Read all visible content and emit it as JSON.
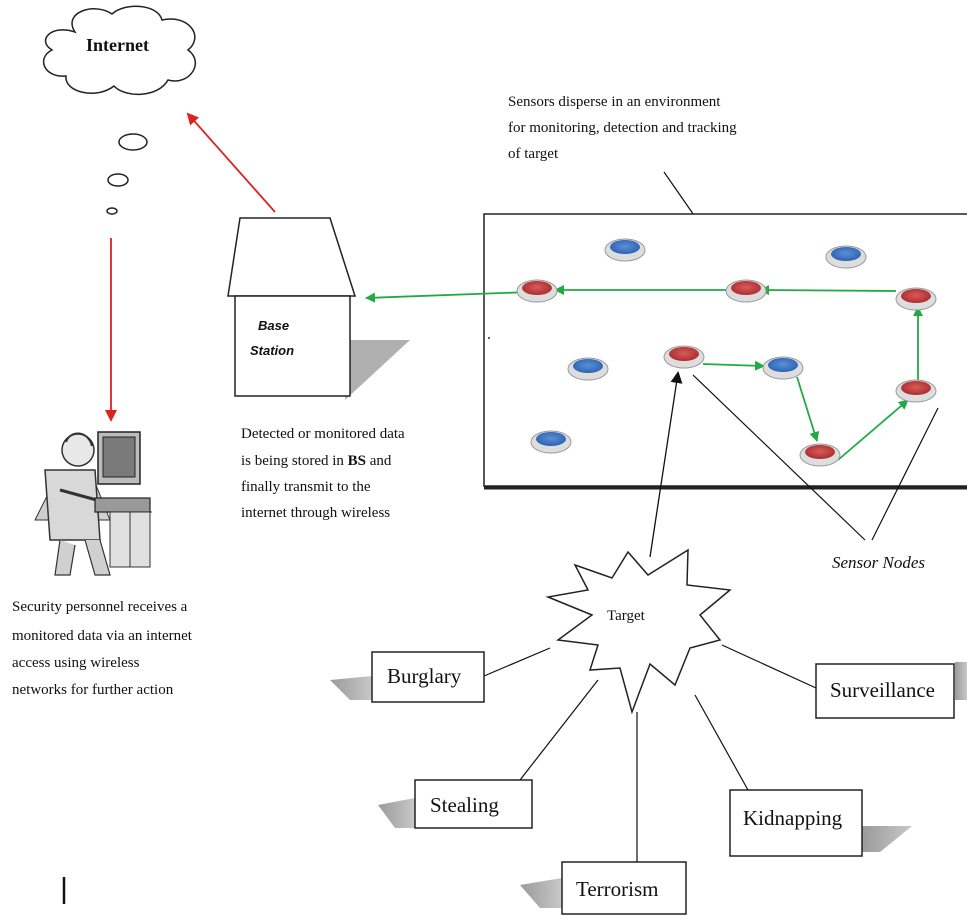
{
  "internet": {
    "label": "Internet"
  },
  "base_station": {
    "line1": "Base",
    "line2": "Station"
  },
  "sensor_area_caption": [
    "Sensors disperse in an environment",
    "for monitoring, detection and tracking",
    "of target"
  ],
  "bs_caption": {
    "line1": "Detected or monitored data",
    "line2_pre": "is being stored in ",
    "line2_bold": "BS",
    "line2_post": " and",
    "line3": "finally transmit to the",
    "line4": "internet through wireless"
  },
  "security_caption": [
    "Security personnel receives a",
    "monitored data via an internet",
    "access using wireless",
    "networks for further action"
  ],
  "sensor_nodes_label": "Sensor Nodes",
  "target_label": "Target",
  "threats": {
    "burglary": "Burglary",
    "surveillance": "Surveillance",
    "stealing": "Stealing",
    "kidnapping": "Kidnapping",
    "terrorism": "Terrorism"
  },
  "legend_colors": {
    "active_node": "#c0393b",
    "idle_node": "#3a74c4",
    "route_arrow": "#22aa44",
    "internet_arrow": "#dd2222"
  }
}
